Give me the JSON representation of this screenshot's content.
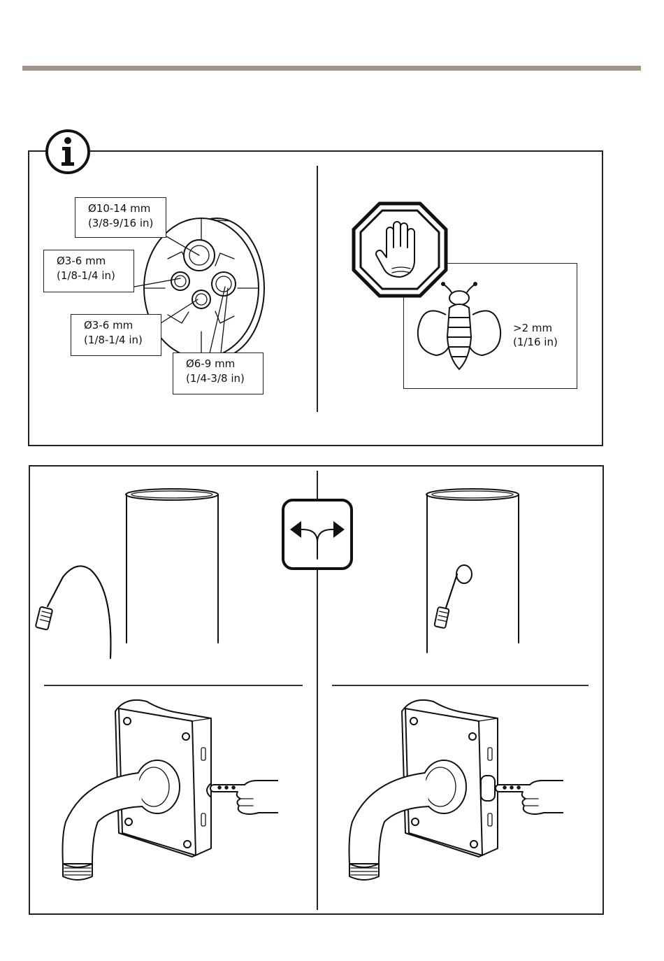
{
  "colors": {
    "accent_bar": "#a39485",
    "line": "#111111"
  },
  "icons": [
    "info-icon",
    "stop-hand-icon",
    "insect-icon",
    "alternative-arrows-icon",
    "pointing-hand-icon"
  ],
  "info_panel": {
    "grommet_labels": {
      "large": {
        "metric": "Ø10-14 mm",
        "imperial": "(3/8-9/16 in)"
      },
      "small_left": {
        "metric": "Ø3-6 mm",
        "imperial": "(1/8-1/4 in)"
      },
      "small_bottom": {
        "metric": "Ø3-6 mm",
        "imperial": "(1/8-1/4 in)"
      },
      "medium": {
        "metric": "Ø6-9 mm",
        "imperial": "(1/4-3/8 in)"
      }
    },
    "insect_gap": {
      "metric": ">2 mm",
      "imperial": "(1/16 in)"
    }
  }
}
